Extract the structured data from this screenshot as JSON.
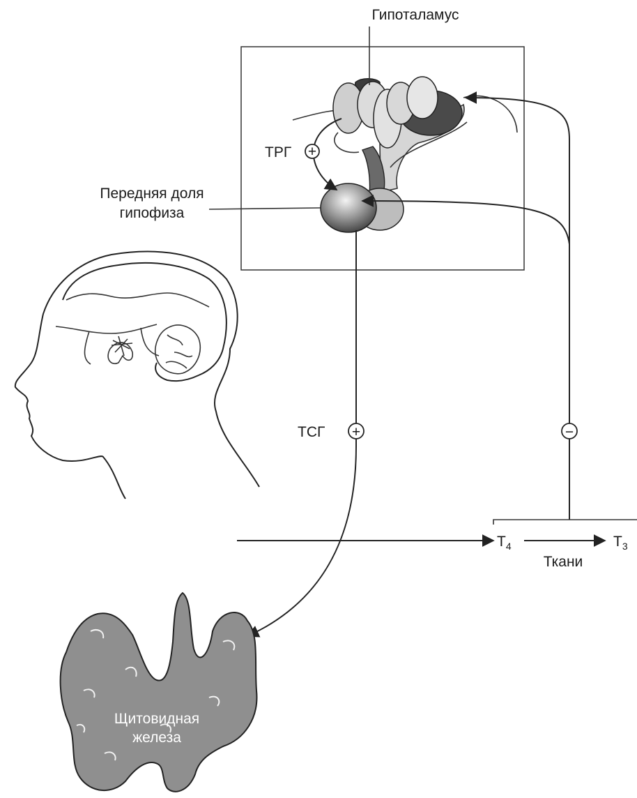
{
  "labels": {
    "hypothalamus": "Гипоталамус",
    "anterior_pituitary_line1": "Передняя доля",
    "anterior_pituitary_line2": "гипофиза",
    "trh": "ТРГ",
    "tsh": "ТСГ",
    "thyroid_line1": "Щитовидная",
    "thyroid_line2": "железа",
    "t4": "T",
    "t4_sub": "4",
    "t3": "T",
    "t3_sub": "3",
    "tissues": "Ткани"
  },
  "signs": {
    "trh": "+",
    "tsh": "+",
    "feedback": "−"
  },
  "colors": {
    "ink": "#222222",
    "thyroid_fill": "#8f8f8f",
    "gland_light": "#d4d4d4",
    "gland_dark": "#4a4a4a"
  }
}
